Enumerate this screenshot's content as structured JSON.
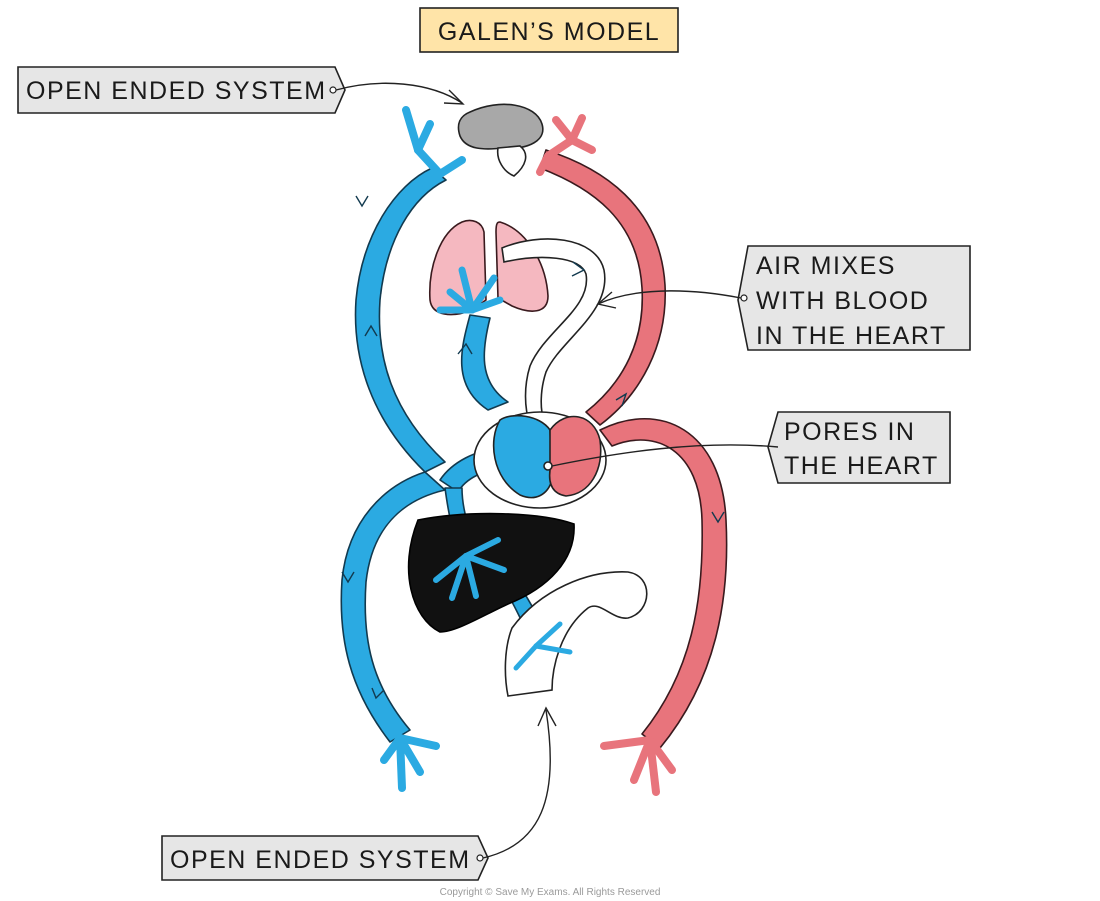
{
  "title": "GALEN’S MODEL",
  "labels": {
    "open_ended_top": "OPEN ENDED SYSTEM",
    "air_mixes": [
      "AIR MIXES",
      "WITH BLOOD",
      "IN THE HEART"
    ],
    "pores": [
      "PORES IN",
      "THE HEART"
    ],
    "open_ended_bottom": "OPEN ENDED SYSTEM"
  },
  "copyright": "Copyright © Save My Exams. All Rights Reserved",
  "colors": {
    "title_box": "#FFE4A8",
    "label_box": "#E6E6E6",
    "vein_blue": "#2BAAE2",
    "artery_red": "#E8747C",
    "lungs_pink": "#F5B8C0",
    "liver": "#111111",
    "brain": "#A8A8A8"
  }
}
